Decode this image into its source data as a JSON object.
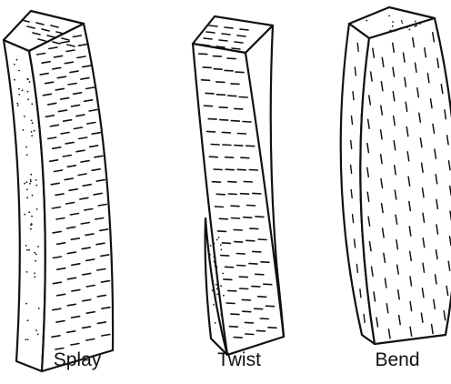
{
  "figure": {
    "labels": {
      "splay": "Splay",
      "twist": "Twist",
      "bend": "Bend"
    },
    "colors": {
      "ink": "#111111",
      "paper": "#ffffff"
    }
  }
}
